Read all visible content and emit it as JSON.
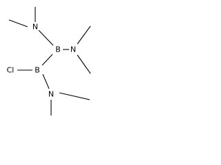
{
  "molecule": {
    "atoms": {
      "n1": "N",
      "b1": "B",
      "n2": "N",
      "b2": "B",
      "cl": "Cl",
      "n3": "N"
    },
    "colors": {
      "bond": "#000000",
      "label": "#000000",
      "background": "#ffffff"
    }
  }
}
